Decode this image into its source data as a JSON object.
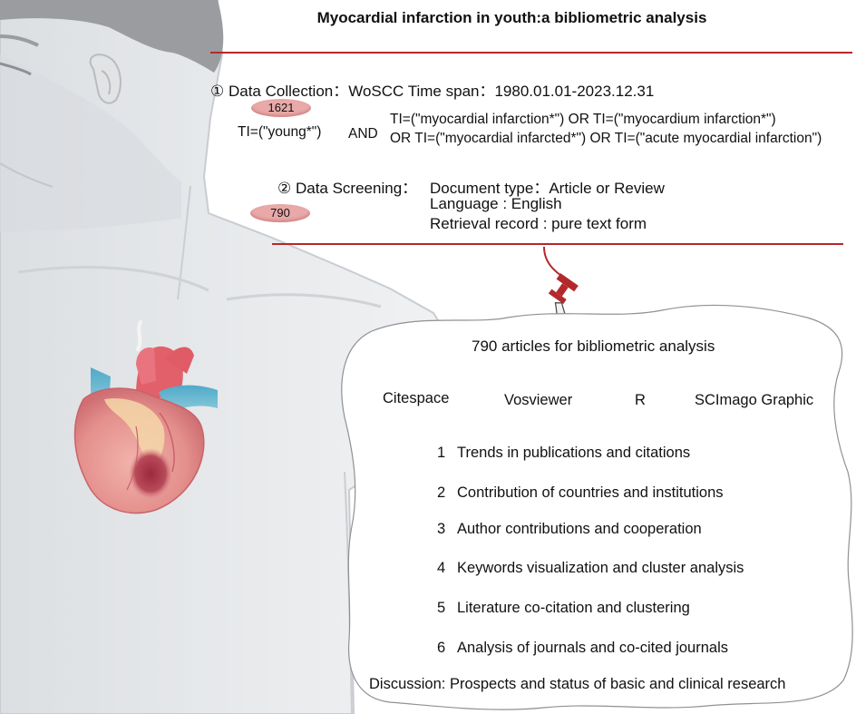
{
  "title": "Myocardial infarction in youth:a bibliometric analysis",
  "collection": {
    "label": "① Data Collection：WoSCC Time span：1980.01.01-2023.12.31",
    "count_badge": "1621",
    "query_young": "TI=(\"young*\")",
    "query_and": "AND",
    "query_line1": "TI=(\"myocardial infarction*\") OR TI=(\"myocardium infarction*\")",
    "query_line2": "OR TI=(\"myocardial infarcted*\") OR TI=(\"acute myocardial infarction\")"
  },
  "screening": {
    "label": "② Data Screening：",
    "criteria": [
      "Document type：Article or Review",
      "Language : English",
      "Retrieval record : pure text form"
    ],
    "count_badge": "790"
  },
  "analysis": {
    "heading": "790 articles for bibliometric analysis",
    "tools": [
      "Citespace",
      "Vosviewer",
      "R",
      "SCImago Graphic"
    ],
    "items": [
      {
        "num": "1",
        "text": "Trends in publications and citations"
      },
      {
        "num": "2",
        "text": "Contribution of countries and institutions"
      },
      {
        "num": "3",
        "text": "Author contributions and cooperation"
      },
      {
        "num": "4",
        "text": "Keywords visualization and cluster analysis"
      },
      {
        "num": "5",
        "text": "Literature co-citation and clustering"
      },
      {
        "num": "6",
        "text": "Analysis of journals and co-cited journals"
      }
    ],
    "discussion": "Discussion: Prospects and status of basic and clinical research"
  },
  "colors": {
    "accent_line": "#b3292b",
    "badge": "#e9a9a9",
    "body_fill": "#e6e8ea",
    "hair": "#9a9ca0"
  }
}
